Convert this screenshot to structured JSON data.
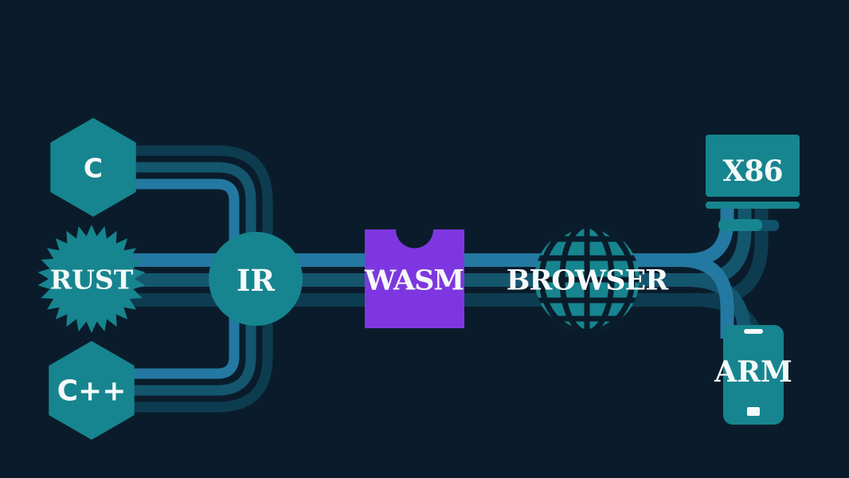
{
  "diagram": {
    "type": "pipeline-flow",
    "nodes": {
      "c": {
        "label": "C",
        "shape": "hexagon",
        "color": "#16858f"
      },
      "rust": {
        "label": "RUST",
        "shape": "starburst-seal",
        "color": "#16858f"
      },
      "cpp": {
        "label": "C++",
        "shape": "hexagon",
        "color": "#16858f"
      },
      "ir": {
        "label": "IR",
        "shape": "circle",
        "color": "#16858f"
      },
      "wasm": {
        "label": "WASM",
        "shape": "notched-square",
        "color": "#7e37e0"
      },
      "browser": {
        "label": "BROWSER",
        "shape": "globe",
        "color": "#16858f"
      },
      "x86": {
        "label": "X86",
        "shape": "desktop-monitor",
        "color": "#16858f"
      },
      "arm": {
        "label": "ARM",
        "shape": "smartphone",
        "color": "#16858f"
      }
    },
    "edges": [
      {
        "from": "C",
        "to": "IR"
      },
      {
        "from": "RUST",
        "to": "IR"
      },
      {
        "from": "C++",
        "to": "IR"
      },
      {
        "from": "IR",
        "to": "WASM"
      },
      {
        "from": "WASM",
        "to": "BROWSER"
      },
      {
        "from": "BROWSER",
        "to": "X86"
      },
      {
        "from": "BROWSER",
        "to": "ARM"
      }
    ],
    "colors": {
      "background": "#0a1c2b",
      "node_teal": "#16858f",
      "wasm_purple": "#7e37e0",
      "stripe_bright": "#2379a1",
      "stripe_medium": "#14566e",
      "stripe_dark": "#0d3c50",
      "label_text": "#f5f9f9"
    }
  }
}
